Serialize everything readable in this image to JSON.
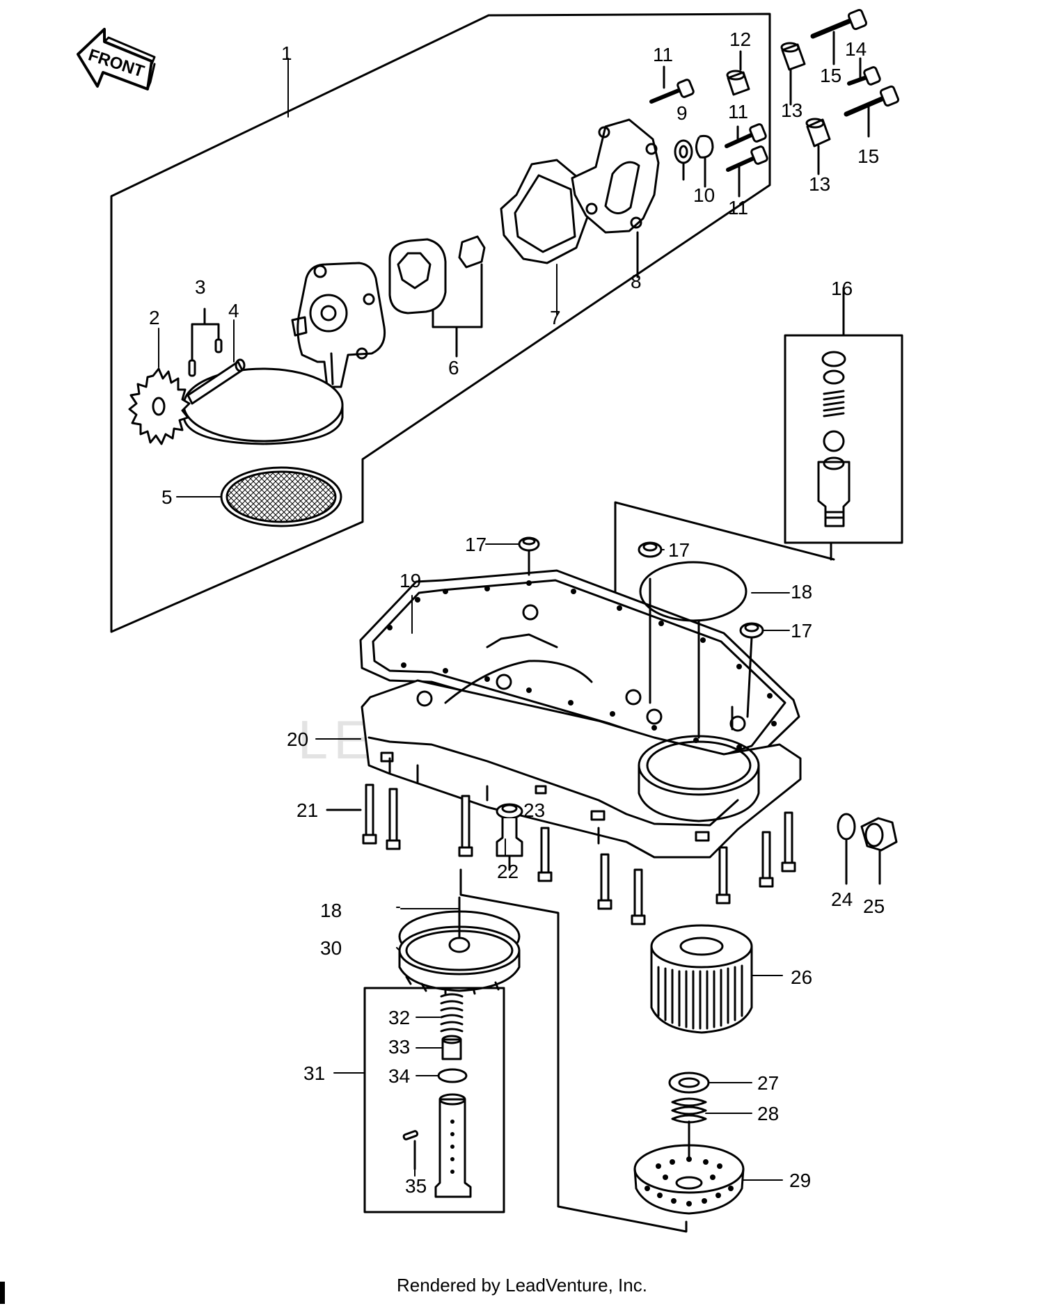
{
  "front_arrow_label": "FRONT",
  "part_labels": [
    "1",
    "2",
    "3",
    "4",
    "5",
    "6",
    "7",
    "8",
    "9",
    "10",
    "11",
    "11",
    "11",
    "12",
    "13",
    "13",
    "14",
    "15",
    "15",
    "16",
    "17",
    "17",
    "17",
    "18",
    "18",
    "19",
    "20",
    "21",
    "22",
    "23",
    "24",
    "25",
    "26",
    "27",
    "28",
    "29",
    "30",
    "31",
    "32",
    "33",
    "34",
    "35"
  ],
  "watermark": "LEADVENTURE",
  "credit": "Rendered by LeadVenture, Inc."
}
